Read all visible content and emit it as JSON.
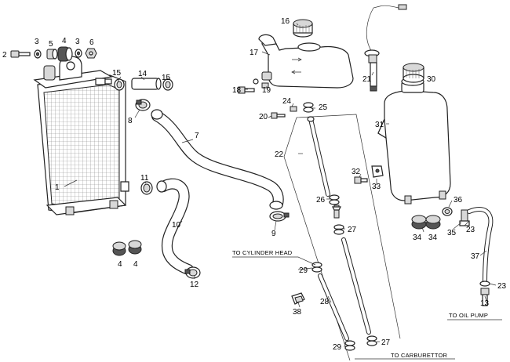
{
  "callouts": [
    "1",
    "2",
    "3",
    "4",
    "5",
    "6",
    "7",
    "8",
    "9",
    "10",
    "11",
    "12",
    "13",
    "14",
    "15",
    "16",
    "17",
    "18",
    "19",
    "20",
    "21",
    "22",
    "23",
    "24",
    "25",
    "26",
    "27",
    "28",
    "29",
    "30",
    "31",
    "32",
    "33",
    "34",
    "35",
    "36",
    "37",
    "38"
  ],
  "notes": {
    "cylinder_head": "TO CYLINDER HEAD",
    "carburettor": "TO CARBURETTOR",
    "oil_pump": "TO OIL PUMP"
  }
}
